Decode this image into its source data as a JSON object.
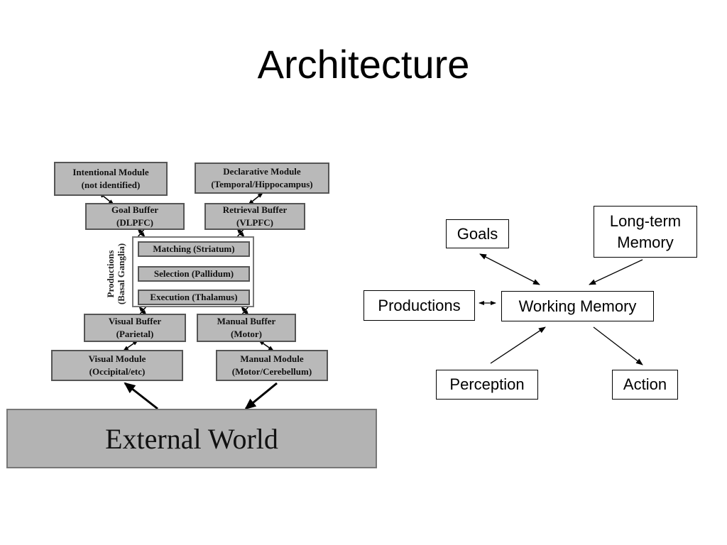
{
  "title": "Architecture",
  "left_diagram": {
    "intentional_module": [
      "Intentional Module",
      "(not identified)"
    ],
    "declarative_module": [
      "Declarative Module",
      "(Temporal/Hippocampus)"
    ],
    "goal_buffer": [
      "Goal Buffer",
      "(DLPFC)"
    ],
    "retrieval_buffer": [
      "Retrieval Buffer",
      "(VLPFC)"
    ],
    "productions_label": [
      "Productions",
      "(Basal Ganglia)"
    ],
    "matching": "Matching (Striatum)",
    "selection": "Selection (Pallidum)",
    "execution": "Execution (Thalamus)",
    "visual_buffer": [
      "Visual Buffer",
      "(Parietal)"
    ],
    "manual_buffer": [
      "Manual Buffer",
      "(Motor)"
    ],
    "visual_module": [
      "Visual Module",
      "(Occipital/etc)"
    ],
    "manual_module": [
      "Manual Module",
      "(Motor/Cerebellum)"
    ],
    "external_world": "External World"
  },
  "right_diagram": {
    "goals": "Goals",
    "long_term_memory": [
      "Long-term",
      "Memory"
    ],
    "productions": "Productions",
    "working_memory": "Working Memory",
    "perception": "Perception",
    "action": "Action"
  }
}
